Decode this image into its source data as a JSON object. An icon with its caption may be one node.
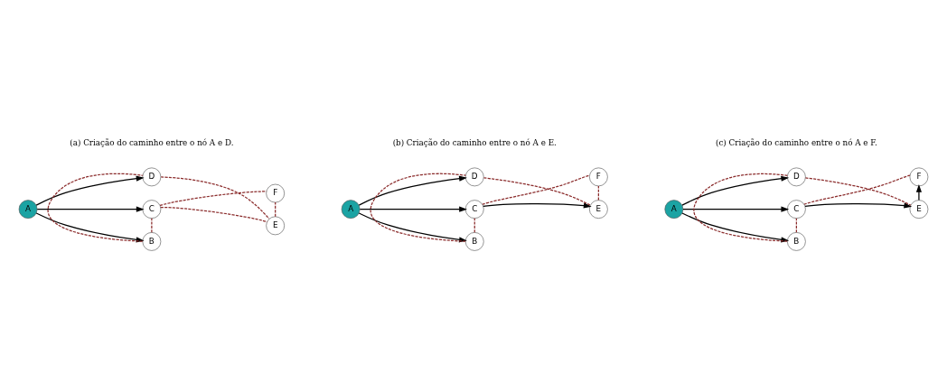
{
  "diagram": {
    "nodes": [
      {
        "text": [
          "A"
        ]
      },
      {
        "text": [
          "B"
        ]
      },
      {
        "text": [
          "C"
        ]
      },
      {
        "text": [
          "D"
        ]
      },
      {
        "text": [
          "E"
        ]
      },
      {
        "text": [
          "F"
        ]
      },
      {
        "text": [
          "A"
        ]
      },
      {
        "text": [
          "B"
        ]
      },
      {
        "text": [
          "C"
        ]
      },
      {
        "text": [
          "D"
        ]
      },
      {
        "text": [
          "E"
        ]
      },
      {
        "text": [
          "F"
        ]
      },
      {
        "text": [
          "A"
        ]
      },
      {
        "text": [
          "B"
        ]
      },
      {
        "text": [
          "C"
        ]
      },
      {
        "text": [
          "D"
        ]
      },
      {
        "text": [
          "E"
        ]
      },
      {
        "text": [
          "F"
        ]
      }
    ],
    "edges": [
      {
        "from": 0,
        "to": 1,
        "arrow": "to",
        "color": "#000000"
      },
      {
        "from": 0,
        "to": 2,
        "arrow": "to",
        "color": "#000000"
      },
      {
        "from": 0,
        "to": 3,
        "arrow": "to",
        "color": "#000000"
      },
      {
        "from": 1,
        "to": 2,
        "arrow": "none",
        "style": "dashed",
        "color": "#8b2c2c"
      },
      {
        "from": 1,
        "to": 3,
        "arrow": "none",
        "style": "dashed",
        "color": "#8b2c2c"
      },
      {
        "from": 2,
        "to": 5,
        "arrow": "none",
        "style": "dashed",
        "color": "#8b2c2c"
      },
      {
        "from": 2,
        "to": 4,
        "arrow": "none",
        "style": "dashed",
        "color": "#8b2c2c"
      },
      {
        "from": 4,
        "to": 5,
        "arrow": "none",
        "style": "dashed",
        "color": "#8b2c2c"
      },
      {
        "from": 3,
        "to": 4,
        "arrow": "none",
        "style": "dashed",
        "color": "#8b2c2c"
      },
      {
        "from": 6,
        "to": 7,
        "arrow": "to",
        "color": "#000000"
      },
      {
        "from": 6,
        "to": 8,
        "arrow": "to",
        "color": "#000000"
      },
      {
        "from": 6,
        "to": 9,
        "arrow": "to",
        "color": "#000000"
      },
      {
        "from": 8,
        "to": 10,
        "arrow": "to",
        "color": "#000000"
      },
      {
        "from": 7,
        "to": 8,
        "arrow": "none",
        "style": "dashed",
        "color": "#8b2c2c"
      },
      {
        "from": 7,
        "to": 9,
        "arrow": "none",
        "style": "dashed",
        "color": "#8b2c2c"
      },
      {
        "from": 8,
        "to": 11,
        "arrow": "none",
        "style": "dashed",
        "color": "#8b2c2c"
      },
      {
        "from": 10,
        "to": 11,
        "arrow": "none",
        "style": "dashed",
        "color": "#8b2c2c"
      },
      {
        "from": 9,
        "to": 10,
        "arrow": "none",
        "style": "dashed",
        "color": "#8b2c2c"
      },
      {
        "from": 12,
        "to": 13,
        "arrow": "to",
        "color": "#000000"
      },
      {
        "from": 12,
        "to": 14,
        "arrow": "to",
        "color": "#000000"
      },
      {
        "from": 12,
        "to": 15,
        "arrow": "to",
        "color": "#000000"
      },
      {
        "from": 14,
        "to": 16,
        "arrow": "to",
        "color": "#000000"
      },
      {
        "from": 16,
        "to": 17,
        "arrow": "to",
        "color": "#000000"
      },
      {
        "from": 13,
        "to": 14,
        "arrow": "none",
        "style": "dashed",
        "color": "#8b2c2c"
      },
      {
        "from": 13,
        "to": 15,
        "arrow": "none",
        "style": "dashed",
        "color": "#8b2c2c"
      },
      {
        "from": 14,
        "to": 17,
        "arrow": "none",
        "style": "dashed",
        "color": "#8b2c2c"
      },
      {
        "from": 15,
        "to": 16,
        "arrow": "none",
        "style": "dashed",
        "color": "#8b2c2c"
      }
    ],
    "labels": [
      "(a) Criação do caminho entre o nó A e D.",
      "(b) Criação do caminho entre o nó A e E.",
      "(c) Criação do caminho entre o nó A e F."
    ]
  }
}
